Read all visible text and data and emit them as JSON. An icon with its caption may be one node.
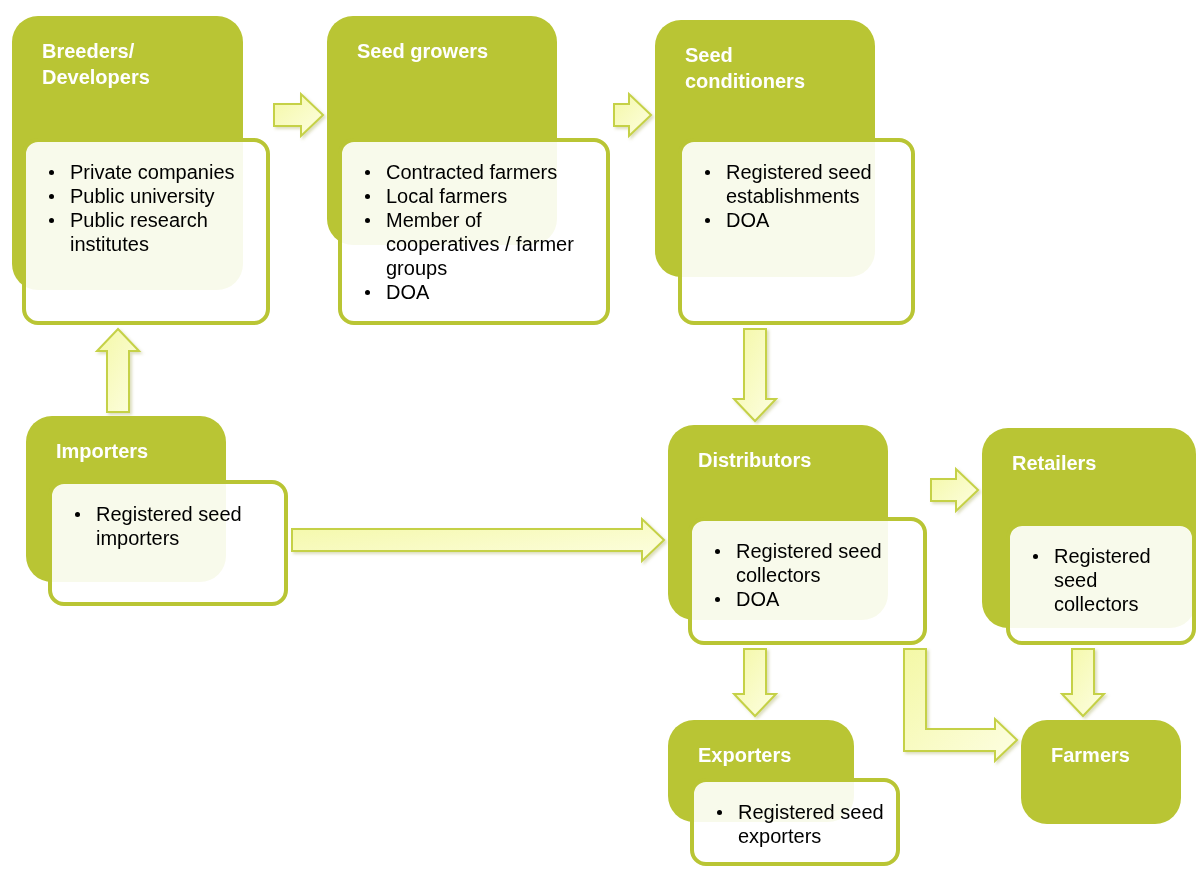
{
  "diagram": {
    "nodes": [
      {
        "text": [
          "Breeders/ Developers",
          "Private companies",
          "Public university",
          "Public research institutes"
        ]
      },
      {
        "text": [
          "Seed growers",
          "Contracted farmers",
          "Local farmers",
          "Member of cooperatives / farmer groups",
          "DOA"
        ]
      },
      {
        "text": [
          "Seed conditioners",
          "Registered seed establishments",
          "DOA"
        ]
      },
      {
        "text": [
          "Importers",
          "Registered seed importers"
        ]
      },
      {
        "text": [
          "Distributors",
          "Registered seed collectors",
          "DOA"
        ]
      },
      {
        "text": [
          "Retailers",
          "Registered seed collectors"
        ]
      },
      {
        "text": [
          "Exporters",
          "Registered seed exporters"
        ]
      },
      {
        "text": [
          "Farmers"
        ]
      }
    ],
    "edges": [
      {
        "from": 0,
        "to": 1,
        "arrow": "to"
      },
      {
        "from": 1,
        "to": 2,
        "arrow": "to"
      },
      {
        "from": 3,
        "to": 0,
        "arrow": "to"
      },
      {
        "from": 2,
        "to": 4,
        "arrow": "to"
      },
      {
        "from": 3,
        "to": 4,
        "arrow": "to"
      },
      {
        "from": 4,
        "to": 5,
        "arrow": "to"
      },
      {
        "from": 4,
        "to": 6,
        "arrow": "to"
      },
      {
        "from": 4,
        "to": 7,
        "arrow": "to"
      },
      {
        "from": 5,
        "to": 7,
        "arrow": "to"
      }
    ]
  }
}
